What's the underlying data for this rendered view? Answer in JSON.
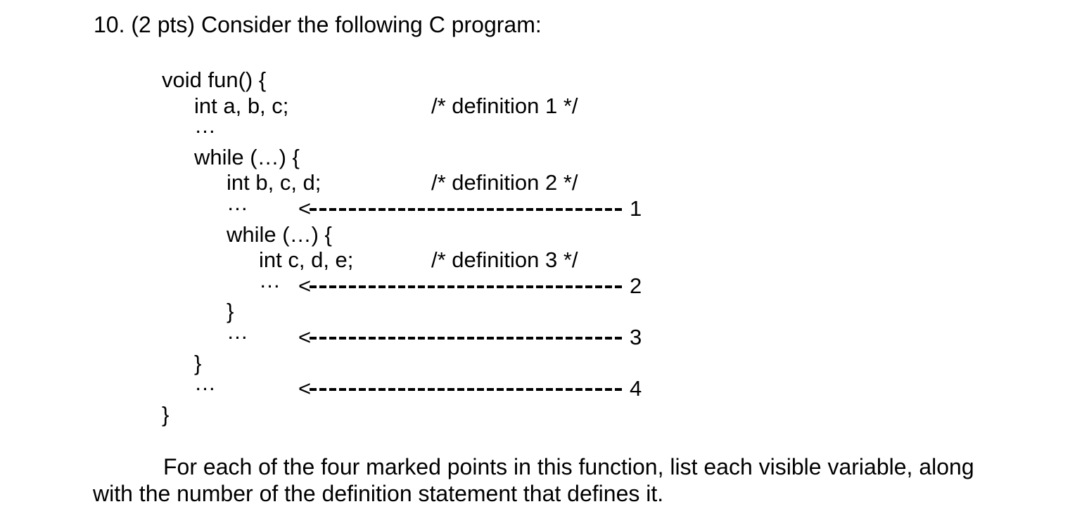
{
  "page": {
    "background": "#ffffff",
    "text_color": "#000000"
  },
  "question": {
    "heading": "10. (2 pts) Consider the following C program:",
    "closing_paragraph": "For each of the four marked points in this function, list each visible variable, along with the number of the definition statement that defines it."
  },
  "code": {
    "function_name": "fun",
    "lines": [
      {
        "text": "void fun() {",
        "indent": 0
      },
      {
        "text": "int a, b, c;",
        "indent": 1,
        "comment": "/* definition 1 */"
      },
      {
        "text": "…",
        "indent": 1
      },
      {
        "text": "while (…) {",
        "indent": 1
      },
      {
        "text": "int b, c, d;",
        "indent": 2,
        "comment": "/* definition 2 */"
      },
      {
        "text": "…",
        "indent": 2,
        "arrow": {
          "head": "<",
          "marker": "1"
        }
      },
      {
        "text": "while (…) {",
        "indent": 2
      },
      {
        "text": "int c, d, e;",
        "indent": 3,
        "comment": "/* definition 3 */"
      },
      {
        "text": "…",
        "indent": 3,
        "arrow": {
          "head": "<",
          "marker": "2"
        }
      },
      {
        "text": "}",
        "indent": 2
      },
      {
        "text": "…",
        "indent": 2,
        "arrow": {
          "head": "<",
          "marker": "3"
        }
      },
      {
        "text": "}",
        "indent": 1
      },
      {
        "text": "…",
        "indent": 1,
        "arrow": {
          "head": "<",
          "marker": "4"
        }
      },
      {
        "text": "}",
        "indent": 0
      }
    ]
  }
}
